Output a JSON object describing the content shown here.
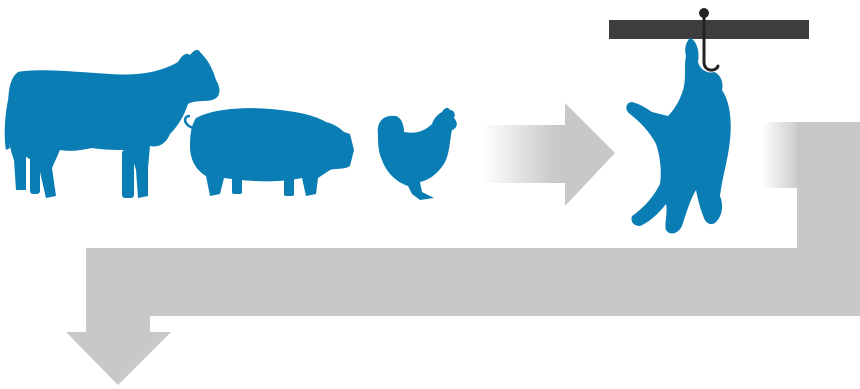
{
  "diagram": {
    "stages": [
      {
        "id": "livestock",
        "icons": [
          "cow-icon",
          "pig-icon",
          "chicken-icon"
        ]
      },
      {
        "id": "slaughter",
        "icons": [
          "hanging-carcass-icon",
          "meat-hook-icon",
          "overhead-rail-icon"
        ]
      },
      {
        "id": "next-step",
        "icons": [
          "down-arrow-icon"
        ]
      }
    ],
    "connectors": [
      "flow-arrow-right",
      "flow-arrow-elbow-down"
    ]
  },
  "colors": {
    "animal": "#0a7db5",
    "arrow": "#c8c8c8",
    "rail": "#3d3d3d",
    "hook": "#222222",
    "background": "#ffffff"
  }
}
